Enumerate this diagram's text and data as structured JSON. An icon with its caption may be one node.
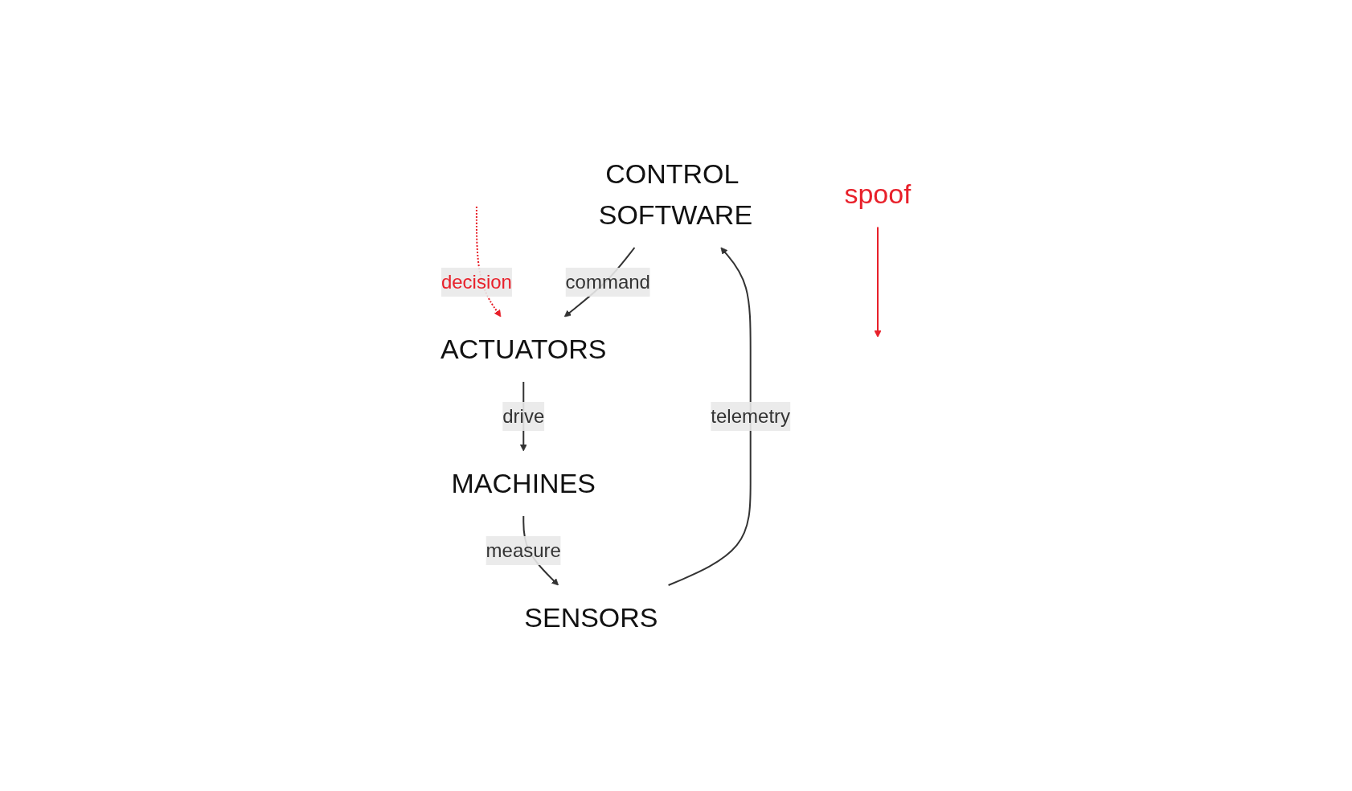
{
  "diagram": {
    "nodes": [
      {
        "text": [
          "CONTROL SOFTWARE"
        ]
      },
      {
        "text": [
          "ACTUATORS"
        ]
      },
      {
        "text": [
          "MACHINES"
        ]
      },
      {
        "text": [
          "SENSORS"
        ]
      },
      {
        "text": [
          "spoof"
        ]
      }
    ],
    "edges": [
      {
        "from": 0,
        "to": 1,
        "label": "command",
        "arrow": "to"
      },
      {
        "from": 1,
        "to": 2,
        "label": "drive",
        "arrow": "to"
      },
      {
        "from": 2,
        "to": 3,
        "label": "measure",
        "arrow": "to"
      },
      {
        "from": 3,
        "to": 0,
        "label": "telemetry",
        "arrow": "to"
      },
      {
        "from": null,
        "to": 1,
        "label": "decision",
        "arrow": "to",
        "style": "dashed",
        "color": "#e8202a"
      },
      {
        "from": 4,
        "to": null,
        "arrow": "to",
        "color": "#e8202a"
      }
    ]
  }
}
